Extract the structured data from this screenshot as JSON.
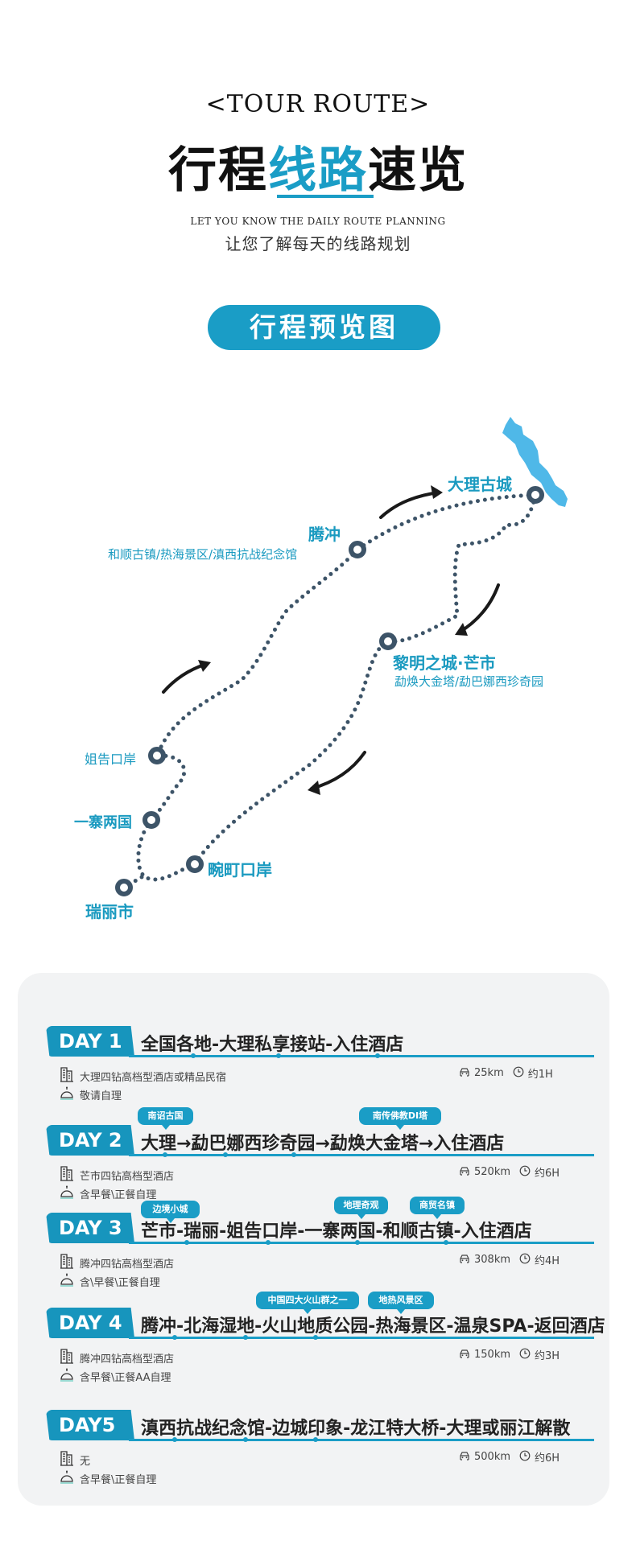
{
  "header": {
    "tour_route_en": "<TOUR ROUTE>",
    "title_part1": "行程",
    "title_highlight": "线路",
    "title_part2": "速览",
    "subtitle_en": "LET YOU KNOW THE DAILY ROUTE PLANNING",
    "subtitle_cn": "让您了解每天的线路规划",
    "preview_button": "行程预览图"
  },
  "colors": {
    "accent": "#1a9dc6",
    "route_dots": "#3d5468",
    "lake": "#4fb8e8",
    "card_bg": "#f2f3f4"
  },
  "map": {
    "stops": [
      {
        "name": "大理古城",
        "sub": ""
      },
      {
        "name": "腾冲",
        "sub": "和顺古镇/热海景区/滇西抗战纪念馆"
      },
      {
        "name": "黎明之城·芒市",
        "sub": "勐焕大金塔/勐巴娜西珍奇园"
      },
      {
        "name": "姐告口岸",
        "sub": ""
      },
      {
        "name": "一寨两国",
        "sub": ""
      },
      {
        "name": "畹町口岸",
        "sub": ""
      },
      {
        "name": "瑞丽市",
        "sub": ""
      }
    ]
  },
  "days": [
    {
      "badge": "DAY 1",
      "title": "全国各地-大理私享接站-入住酒店",
      "hotel": "大理四钻高档型酒店或精品民宿",
      "meal": "敬请自理",
      "distance": "25km",
      "time": "约1H",
      "tags": []
    },
    {
      "badge": "DAY 2",
      "title": "大理→勐巴娜西珍奇园→勐焕大金塔→入住酒店",
      "hotel": "芒市四钻高档型酒店",
      "meal": "含早餐\\正餐自理",
      "distance": "520km",
      "time": "约6H",
      "tags": [
        "南诏古国",
        "南传佛教DI塔"
      ]
    },
    {
      "badge": "DAY 3",
      "title": "芒市-瑞丽-姐告口岸-一寨两国-和顺古镇-入住酒店",
      "hotel": "腾冲四钻高档型酒店",
      "meal": "含\\早餐\\正餐自理",
      "distance": "308km",
      "time": "约4H",
      "tags": [
        "边境小城",
        "地理奇观",
        "商贸名镇"
      ]
    },
    {
      "badge": "DAY 4",
      "title": "腾冲-北海湿地-火山地质公园-热海景区-温泉SPA-返回酒店",
      "hotel": "腾冲四钻高档型酒店",
      "meal": "含早餐\\正餐AA自理",
      "distance": "150km",
      "time": "约3H",
      "tags": [
        "中国四大火山群之一",
        "地热风景区"
      ]
    },
    {
      "badge": "DAY5",
      "title": "滇西抗战纪念馆-边城印象-龙江特大桥-大理或丽江解散",
      "hotel": "无",
      "meal": "含早餐\\正餐自理",
      "distance": "500km",
      "time": "约6H",
      "tags": []
    }
  ]
}
